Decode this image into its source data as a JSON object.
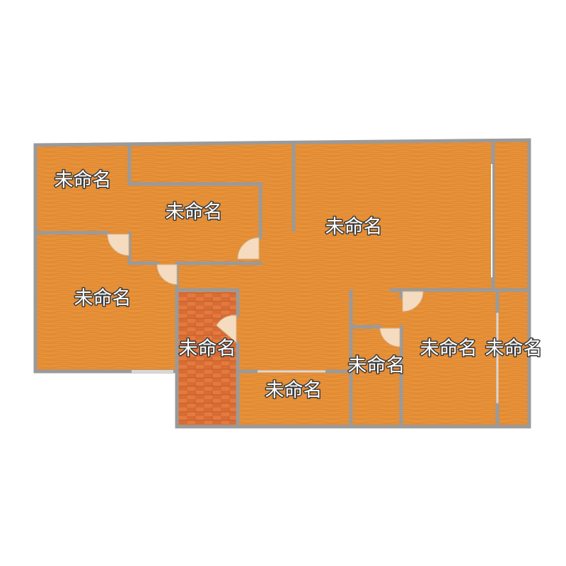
{
  "floor_plan": {
    "rooms": [
      {
        "id": "room-a",
        "label": "未命名"
      },
      {
        "id": "room-b",
        "label": "未命名"
      },
      {
        "id": "room-c",
        "label": "未命名"
      },
      {
        "id": "room-d",
        "label": "未命名"
      },
      {
        "id": "room-e",
        "label": "未命名"
      },
      {
        "id": "room-f",
        "label": "未命名"
      },
      {
        "id": "room-g",
        "label": "未命名"
      },
      {
        "id": "room-h",
        "label": "未命名"
      },
      {
        "id": "room-i",
        "label": "未命名"
      }
    ],
    "colors": {
      "wood_floor": "#e8923a",
      "wood_floor_line": "#c97424",
      "accent_floor": "#e8743a",
      "wall": "#9a9a9a",
      "door": "#f5dcc0"
    }
  }
}
